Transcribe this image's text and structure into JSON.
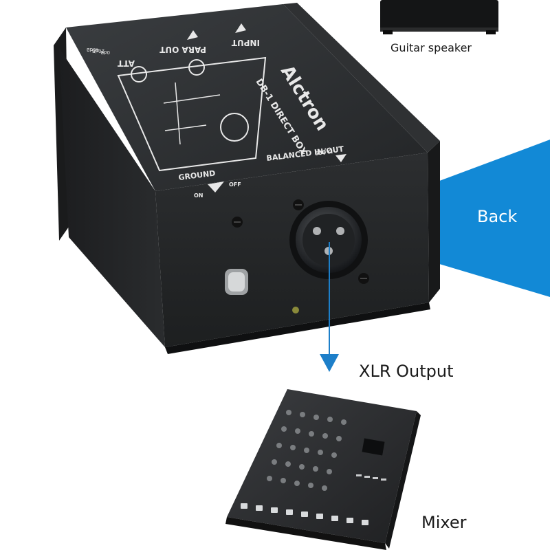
{
  "labels": {
    "guitar_speaker": "Guitar speaker",
    "back": "Back",
    "xlr_output": "XLR Output",
    "mixer": "Mixer"
  },
  "device": {
    "brand": "Alctron",
    "model": "DB-1 DIRECT BOX",
    "top_labels": {
      "att": "ATT",
      "att_values": [
        "0dB",
        "20dB",
        "40dB"
      ],
      "para_out": "PARA OUT",
      "input": "INPUT",
      "balanced": "BALANCED IN/OUT",
      "impedance": "600 Ω",
      "ground": "GROUND",
      "on": "ON",
      "off": "OFF"
    }
  },
  "colors": {
    "accent_blue": "#1289d6",
    "device_body": "#262829",
    "arrow_blue": "#1d7fc9"
  }
}
